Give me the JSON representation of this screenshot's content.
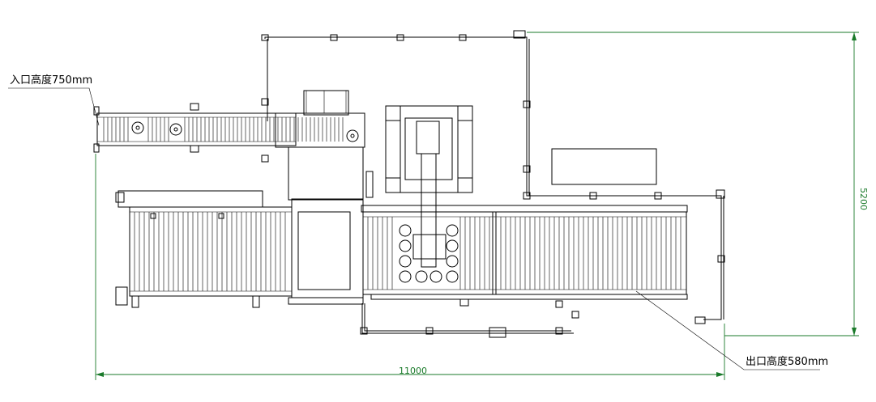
{
  "labels": {
    "inlet": "入口高度750mm",
    "outlet": "出口高度580mm"
  },
  "dimensions": {
    "total_length": "11000",
    "total_height": "5200"
  },
  "colors": {
    "dimension": "#1a7a2a",
    "drawing": "#000000"
  }
}
